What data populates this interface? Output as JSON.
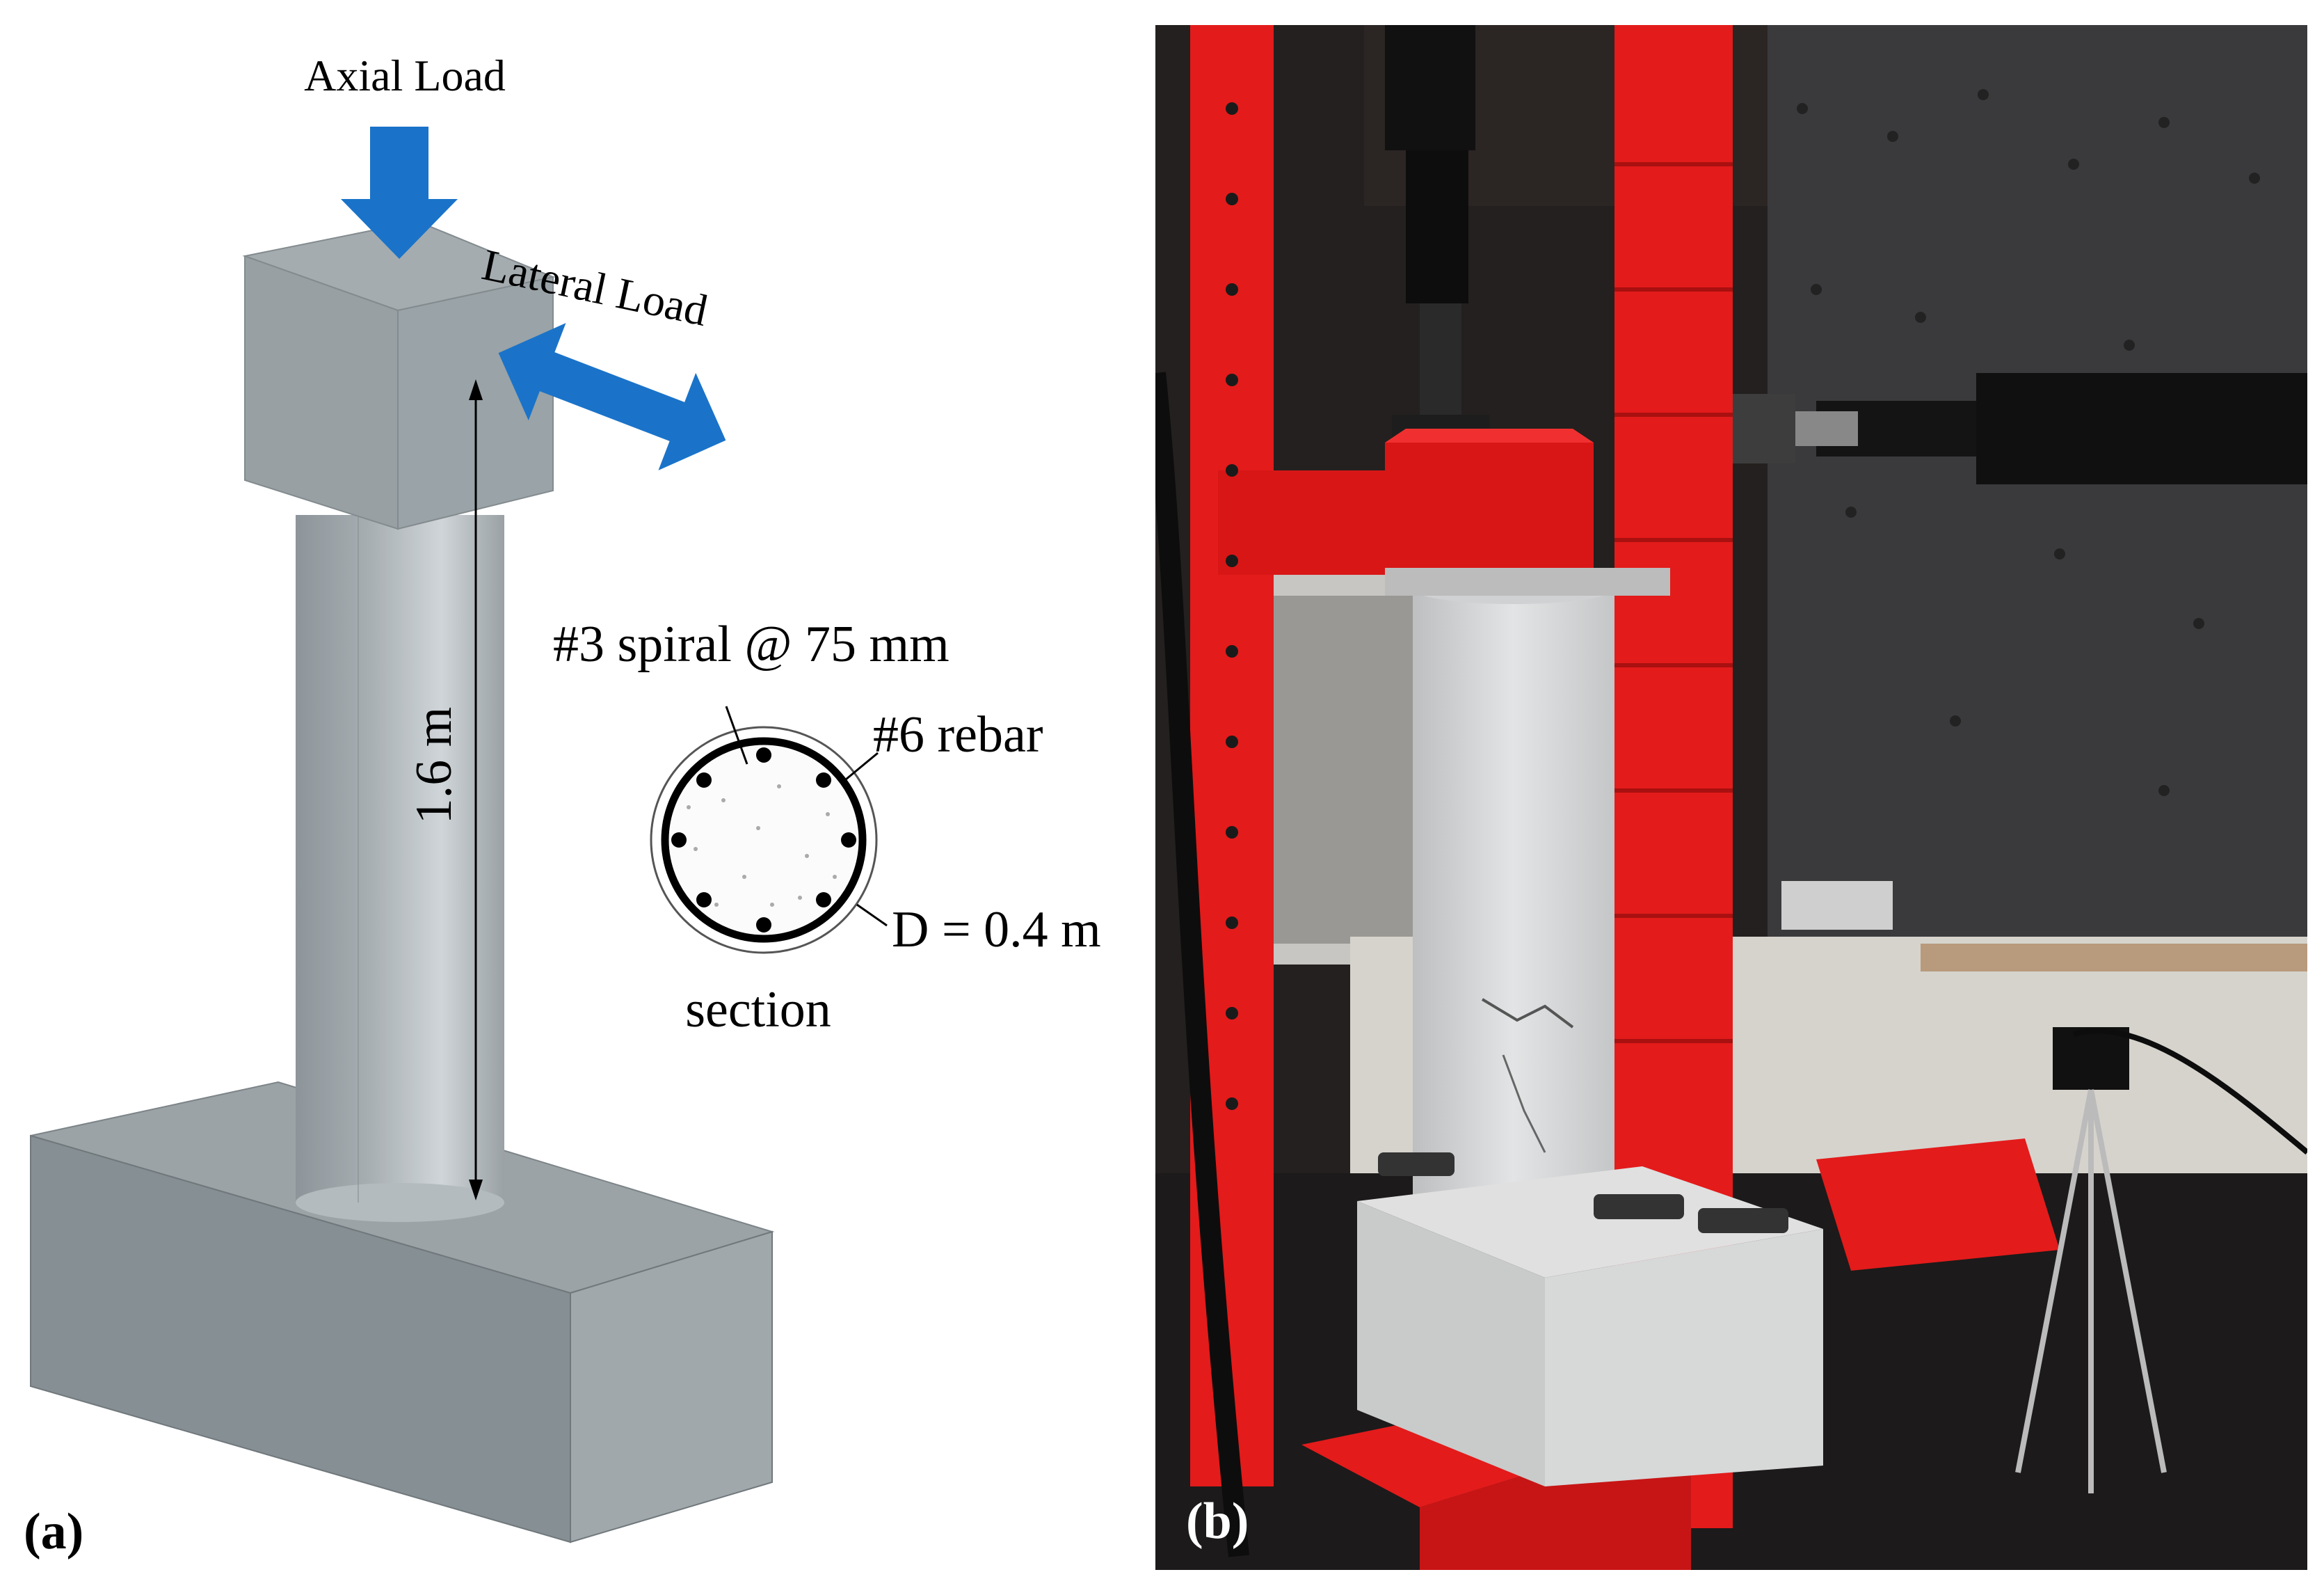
{
  "panel_a": {
    "label": "(a)",
    "axial_load_label": "Axial Load",
    "lateral_load_label": "Lateral Load",
    "height_label": "1.6 m",
    "spiral_label": "#3 spiral @ 75 mm",
    "rebar_label": "#6 rebar",
    "diameter_label": "D = 0.4 m",
    "section_label": "section",
    "colors": {
      "arrow": "#1a73c9",
      "concrete": "#a5abaf"
    }
  },
  "panel_b": {
    "label": "(b)",
    "colors": {
      "frame": "#e31b1b",
      "background": "#23201f",
      "specimen": "#d9dbdc"
    }
  }
}
